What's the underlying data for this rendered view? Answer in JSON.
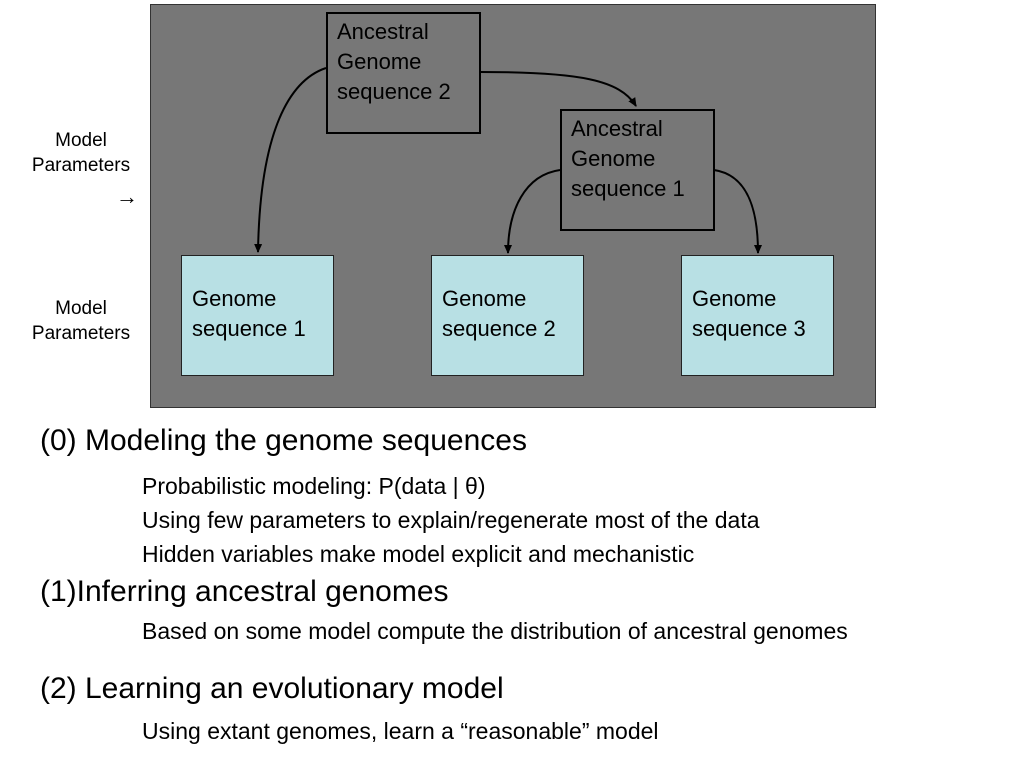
{
  "diagram": {
    "left_label_top": "Model\nParameters",
    "left_arrow": "→",
    "left_label_bottom": "Model\nParameters",
    "ancestral_2": "Ancestral\nGenome\nsequence 2",
    "ancestral_1": "Ancestral\nGenome\nsequence 1",
    "genome_1": "Genome\nsequence 1",
    "genome_2": "Genome\nsequence 2",
    "genome_3": "Genome\nsequence 3"
  },
  "sections": {
    "s0_title": "(0) Modeling the genome sequences",
    "s0_items": [
      "Probabilistic modeling: P(data | θ)",
      "Using few parameters to explain/regenerate most of the data",
      "Hidden variables make model explicit and mechanistic"
    ],
    "s1_title": "(1)Inferring ancestral genomes",
    "s1_items": [
      "Based on some model compute the distribution of ancestral genomes"
    ],
    "s2_title": "(2) Learning an evolutionary model",
    "s2_items": [
      "Using extant genomes, learn a “reasonable” model"
    ]
  }
}
